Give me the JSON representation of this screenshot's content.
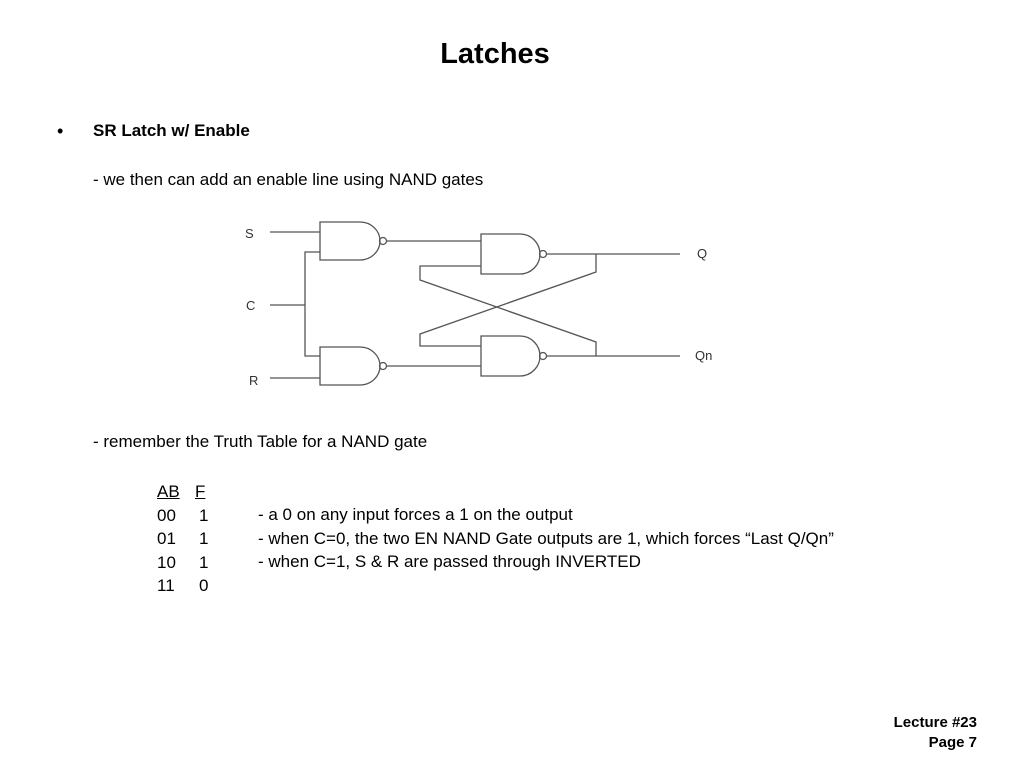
{
  "slide": {
    "title": "Latches",
    "bullet_symbol": "•",
    "bullet_heading": "SR Latch w/ Enable",
    "line_enable": "- we then can add an enable line using NAND gates",
    "line_truth": "- remember the Truth Table for a NAND gate"
  },
  "diagram": {
    "labels": {
      "s": "S",
      "c": "C",
      "r": "R",
      "q": "Q",
      "qn": "Qn"
    },
    "line_color": "#555555"
  },
  "truth_table": {
    "header": {
      "ab": "AB",
      "f": "F"
    },
    "rows": [
      {
        "ab": "00",
        "f": "1"
      },
      {
        "ab": "01",
        "f": "1"
      },
      {
        "ab": "10",
        "f": "1"
      },
      {
        "ab": "11",
        "f": "0"
      }
    ]
  },
  "notes": [
    "- a 0 on any input forces a 1 on the output",
    "- when C=0, the two EN NAND Gate outputs are 1, which forces “Last Q/Qn”",
    "- when C=1, S & R are passed through INVERTED"
  ],
  "footer": {
    "lecture": "Lecture #23",
    "page": "Page 7"
  }
}
